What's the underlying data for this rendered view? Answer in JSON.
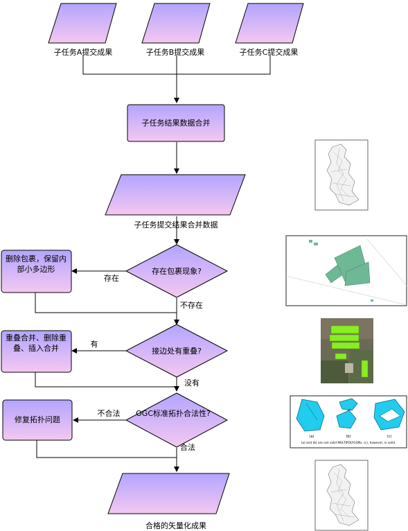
{
  "flowchart": {
    "inputs": [
      {
        "label": "子任务A提交成果"
      },
      {
        "label": "子任务B提交成果"
      },
      {
        "label": "子任务C提交成果"
      }
    ],
    "merge_process": "子任务结果数据合并",
    "merged_data": "子任务提交结果合并数据",
    "decisions": [
      {
        "question": "存在包裹现象?",
        "yes": "存在",
        "no": "不存在",
        "action": [
          "删除包裹，保留内",
          "部小多边形"
        ]
      },
      {
        "question": "接边处有重叠?",
        "yes": "有",
        "no": "没有",
        "action": [
          "重叠合并、删除重",
          "叠、插入合并"
        ]
      },
      {
        "question": "OGC标准拓扑合法性?",
        "yes": "不合法",
        "no": "合法",
        "action": [
          "修复拓扑问题"
        ]
      }
    ],
    "output": "合格的矢量化成果"
  },
  "illustrations": {
    "ogc_caption_a": "(a)",
    "ogc_caption_b": "(b)",
    "ogc_caption_c": "(c)",
    "ogc_note": "(a) and (b) are not valid MULTIPOLYGONs. (c), however, is valid.",
    "colors": {
      "node_gradient_top": "#b3a4ff",
      "node_gradient_bottom": "#f0c4f0",
      "stroke": "#000000",
      "polygon_green": "#6fb896",
      "overlay_green": "#88ee22",
      "ogc_cyan": "#22ccee"
    }
  }
}
